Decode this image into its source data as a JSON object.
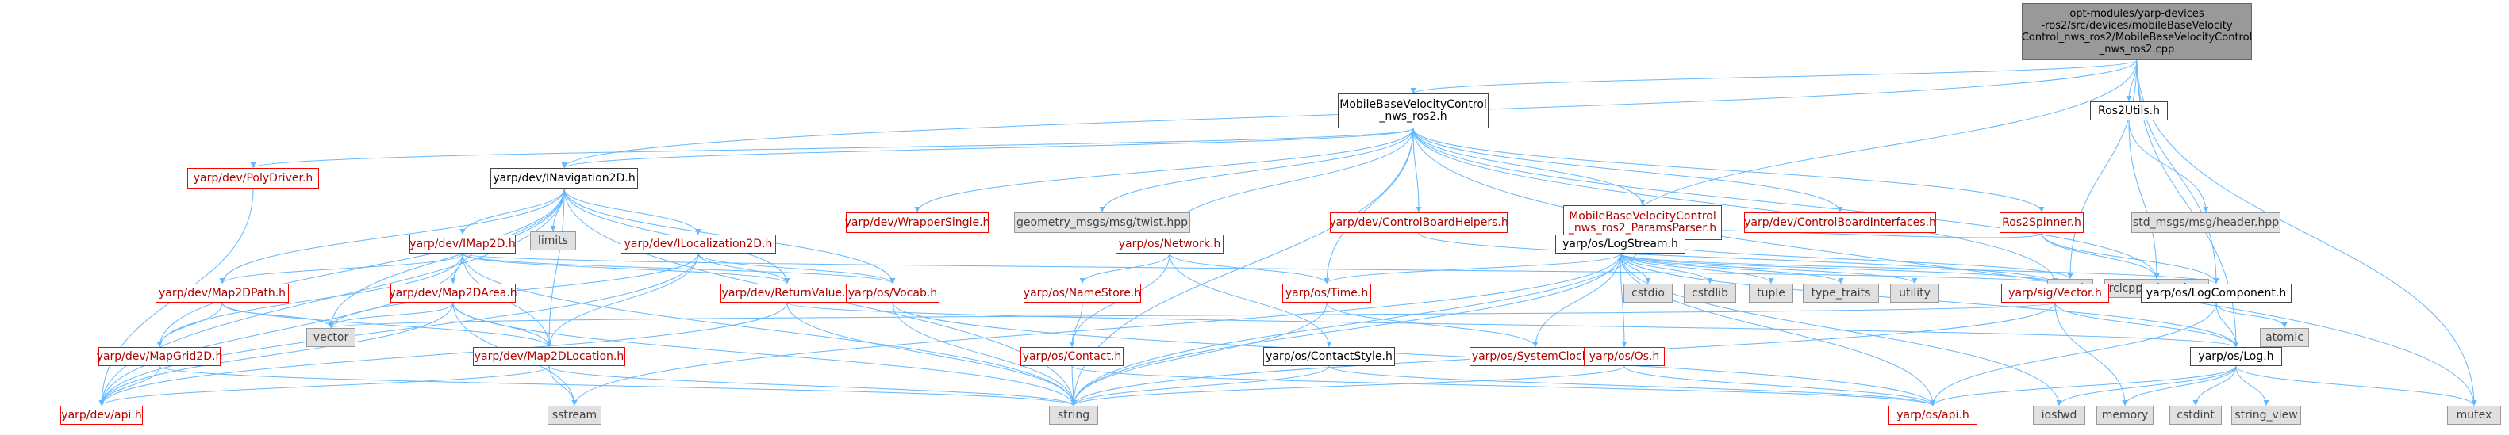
{
  "colors": {
    "edge": "#63b8ff",
    "missing_border": "#ff0000",
    "external_fill": "#e0e0e0",
    "focus_fill": "#999999"
  },
  "nodes": [
    {
      "id": "root",
      "label": "opt-modules/yarp-devices\n-ros2/src/devices/mobileBaseVelocity\nControl_nws_ros2/MobileBaseVelocityControl\n_nws_ros2.cpp",
      "kind": "focus"
    },
    {
      "id": "mbvc_h",
      "label": "MobileBaseVelocityControl\n_nws_ros2.h",
      "kind": "normal"
    },
    {
      "id": "ros2utils",
      "label": "Ros2Utils.h",
      "kind": "normal"
    },
    {
      "id": "polydriver",
      "label": "yarp/dev/PolyDriver.h",
      "kind": "red"
    },
    {
      "id": "inav",
      "label": "yarp/dev/INavigation2D.h",
      "kind": "normal"
    },
    {
      "id": "wrapper",
      "label": "yarp/dev/WrapperSingle.h",
      "kind": "red"
    },
    {
      "id": "twist",
      "label": "geometry_msgs/msg/twist.hpp",
      "kind": "ext"
    },
    {
      "id": "cbhelpers",
      "label": "yarp/dev/ControlBoardHelpers.h",
      "kind": "red"
    },
    {
      "id": "params",
      "label": "MobileBaseVelocityControl\n_nws_ros2_ParamsParser.h",
      "kind": "red"
    },
    {
      "id": "cbinterfaces",
      "label": "yarp/dev/ControlBoardInterfaces.h",
      "kind": "red"
    },
    {
      "id": "spinner",
      "label": "Ros2Spinner.h",
      "kind": "red"
    },
    {
      "id": "header",
      "label": "std_msgs/msg/header.hpp",
      "kind": "ext"
    },
    {
      "id": "limits",
      "label": "limits",
      "kind": "ext"
    },
    {
      "id": "imap",
      "label": "yarp/dev/IMap2D.h",
      "kind": "red"
    },
    {
      "id": "iloc",
      "label": "yarp/dev/ILocalization2D.h",
      "kind": "red"
    },
    {
      "id": "network",
      "label": "yarp/os/Network.h",
      "kind": "red"
    },
    {
      "id": "logstream",
      "label": "yarp/os/LogStream.h",
      "kind": "normal"
    },
    {
      "id": "cmath",
      "label": "cmath",
      "kind": "ext"
    },
    {
      "id": "rclcpp",
      "label": "rclcpp/rclcpp.hpp",
      "kind": "ext"
    },
    {
      "id": "map2dpath",
      "label": "yarp/dev/Map2DPath.h",
      "kind": "red"
    },
    {
      "id": "map2darea",
      "label": "yarp/dev/Map2DArea.h",
      "kind": "red"
    },
    {
      "id": "retval",
      "label": "yarp/dev/ReturnValue.h",
      "kind": "red"
    },
    {
      "id": "vocab",
      "label": "yarp/os/Vocab.h",
      "kind": "red"
    },
    {
      "id": "namestore",
      "label": "yarp/os/NameStore.h",
      "kind": "red"
    },
    {
      "id": "time",
      "label": "yarp/os/Time.h",
      "kind": "red"
    },
    {
      "id": "cstdio",
      "label": "cstdio",
      "kind": "ext"
    },
    {
      "id": "cstdlib",
      "label": "cstdlib",
      "kind": "ext"
    },
    {
      "id": "tuple",
      "label": "tuple",
      "kind": "ext"
    },
    {
      "id": "typetraits",
      "label": "type_traits",
      "kind": "ext"
    },
    {
      "id": "utility",
      "label": "utility",
      "kind": "ext"
    },
    {
      "id": "sigvector",
      "label": "yarp/sig/Vector.h",
      "kind": "red"
    },
    {
      "id": "logcomp",
      "label": "yarp/os/LogComponent.h",
      "kind": "normal"
    },
    {
      "id": "vector",
      "label": "vector",
      "kind": "ext"
    },
    {
      "id": "mapgrid",
      "label": "yarp/dev/MapGrid2D.h",
      "kind": "red"
    },
    {
      "id": "map2dloc",
      "label": "yarp/dev/Map2DLocation.h",
      "kind": "red"
    },
    {
      "id": "contact",
      "label": "yarp/os/Contact.h",
      "kind": "red"
    },
    {
      "id": "contactstyle",
      "label": "yarp/os/ContactStyle.h",
      "kind": "normal"
    },
    {
      "id": "sysclock",
      "label": "yarp/os/SystemClock.h",
      "kind": "red"
    },
    {
      "id": "os_h",
      "label": "yarp/os/Os.h",
      "kind": "red"
    },
    {
      "id": "atomic",
      "label": "atomic",
      "kind": "ext"
    },
    {
      "id": "log",
      "label": "yarp/os/Log.h",
      "kind": "normal"
    },
    {
      "id": "devapi",
      "label": "yarp/dev/api.h",
      "kind": "red"
    },
    {
      "id": "sstream",
      "label": "sstream",
      "kind": "ext"
    },
    {
      "id": "string",
      "label": "string",
      "kind": "ext"
    },
    {
      "id": "osapi",
      "label": "yarp/os/api.h",
      "kind": "red"
    },
    {
      "id": "iosfwd",
      "label": "iosfwd",
      "kind": "ext"
    },
    {
      "id": "memory",
      "label": "memory",
      "kind": "ext"
    },
    {
      "id": "cstdint",
      "label": "cstdint",
      "kind": "ext"
    },
    {
      "id": "stringview",
      "label": "string_view",
      "kind": "ext"
    },
    {
      "id": "mutex",
      "label": "mutex",
      "kind": "ext"
    }
  ],
  "edges": [
    [
      "root",
      "mbvc_h"
    ],
    [
      "root",
      "ros2utils"
    ],
    [
      "root",
      "inav"
    ],
    [
      "root",
      "logstream"
    ],
    [
      "root",
      "logcomp"
    ],
    [
      "root",
      "log"
    ],
    [
      "root",
      "cmath"
    ],
    [
      "root",
      "mutex"
    ],
    [
      "mbvc_h",
      "polydriver"
    ],
    [
      "mbvc_h",
      "inav"
    ],
    [
      "mbvc_h",
      "wrapper"
    ],
    [
      "mbvc_h",
      "twist"
    ],
    [
      "mbvc_h",
      "cbhelpers"
    ],
    [
      "mbvc_h",
      "params"
    ],
    [
      "mbvc_h",
      "cbinterfaces"
    ],
    [
      "mbvc_h",
      "spinner"
    ],
    [
      "mbvc_h",
      "network"
    ],
    [
      "mbvc_h",
      "time"
    ],
    [
      "mbvc_h",
      "string"
    ],
    [
      "mbvc_h",
      "rclcpp"
    ],
    [
      "mbvc_h",
      "mutex"
    ],
    [
      "mbvc_h",
      "sigvector"
    ],
    [
      "ros2utils",
      "header"
    ],
    [
      "ros2utils",
      "rclcpp"
    ],
    [
      "polydriver",
      "devapi"
    ],
    [
      "inav",
      "limits"
    ],
    [
      "inav",
      "imap"
    ],
    [
      "inav",
      "iloc"
    ],
    [
      "inav",
      "map2dpath"
    ],
    [
      "inav",
      "map2darea"
    ],
    [
      "inav",
      "map2dloc"
    ],
    [
      "inav",
      "retval"
    ],
    [
      "inav",
      "vocab"
    ],
    [
      "inav",
      "string"
    ],
    [
      "inav",
      "vector"
    ],
    [
      "inav",
      "devapi"
    ],
    [
      "inav",
      "mapgrid"
    ],
    [
      "cbhelpers",
      "sigvector"
    ],
    [
      "params",
      "string"
    ],
    [
      "params",
      "cmath"
    ],
    [
      "spinner",
      "rclcpp"
    ],
    [
      "spinner",
      "logstream"
    ],
    [
      "spinner",
      "logcomp"
    ],
    [
      "imap",
      "map2dpath"
    ],
    [
      "imap",
      "map2darea"
    ],
    [
      "imap",
      "map2dloc"
    ],
    [
      "imap",
      "mapgrid"
    ],
    [
      "imap",
      "retval"
    ],
    [
      "imap",
      "vocab"
    ],
    [
      "imap",
      "string"
    ],
    [
      "imap",
      "sigvector"
    ],
    [
      "imap",
      "devapi"
    ],
    [
      "iloc",
      "map2dloc"
    ],
    [
      "iloc",
      "retval"
    ],
    [
      "iloc",
      "vocab"
    ],
    [
      "iloc",
      "vector"
    ],
    [
      "iloc",
      "devapi"
    ],
    [
      "network",
      "namestore"
    ],
    [
      "network",
      "contact"
    ],
    [
      "network",
      "contactstyle"
    ],
    [
      "network",
      "time"
    ],
    [
      "logstream",
      "cstdio"
    ],
    [
      "logstream",
      "cstdlib"
    ],
    [
      "logstream",
      "tuple"
    ],
    [
      "logstream",
      "typetraits"
    ],
    [
      "logstream",
      "utility"
    ],
    [
      "logstream",
      "sigvector"
    ],
    [
      "logstream",
      "logcomp"
    ],
    [
      "logstream",
      "log"
    ],
    [
      "logstream",
      "os_h"
    ],
    [
      "logstream",
      "osapi"
    ],
    [
      "logstream",
      "time"
    ],
    [
      "logstream",
      "string"
    ],
    [
      "logstream",
      "sstream"
    ],
    [
      "logstream",
      "iosfwd"
    ],
    [
      "logstream",
      "sysclock"
    ],
    [
      "map2dpath",
      "map2dloc"
    ],
    [
      "map2dpath",
      "mapgrid"
    ],
    [
      "map2dpath",
      "vector"
    ],
    [
      "map2darea",
      "map2dloc"
    ],
    [
      "map2darea",
      "vector"
    ],
    [
      "map2darea",
      "string"
    ],
    [
      "map2darea",
      "sstream"
    ],
    [
      "map2darea",
      "devapi"
    ],
    [
      "retval",
      "string"
    ],
    [
      "retval",
      "log"
    ],
    [
      "retval",
      "devapi"
    ],
    [
      "vocab",
      "string"
    ],
    [
      "vocab",
      "osapi"
    ],
    [
      "namestore",
      "contact"
    ],
    [
      "time",
      "sysclock"
    ],
    [
      "time",
      "string"
    ],
    [
      "sigvector",
      "vector"
    ],
    [
      "sigvector",
      "string"
    ],
    [
      "sigvector",
      "log"
    ],
    [
      "sigvector",
      "memory"
    ],
    [
      "logcomp",
      "log"
    ],
    [
      "logcomp",
      "atomic"
    ],
    [
      "logcomp",
      "osapi"
    ],
    [
      "mapgrid",
      "devapi"
    ],
    [
      "mapgrid",
      "string"
    ],
    [
      "map2dloc",
      "devapi"
    ],
    [
      "map2dloc",
      "string"
    ],
    [
      "map2dloc",
      "sstream"
    ],
    [
      "contact",
      "string"
    ],
    [
      "contact",
      "osapi"
    ],
    [
      "contactstyle",
      "string"
    ],
    [
      "contactstyle",
      "osapi"
    ],
    [
      "os_h",
      "osapi"
    ],
    [
      "os_h",
      "string"
    ],
    [
      "log",
      "osapi"
    ],
    [
      "log",
      "iosfwd"
    ],
    [
      "log",
      "memory"
    ],
    [
      "log",
      "cstdint"
    ],
    [
      "log",
      "stringview"
    ],
    [
      "log",
      "mutex"
    ]
  ]
}
